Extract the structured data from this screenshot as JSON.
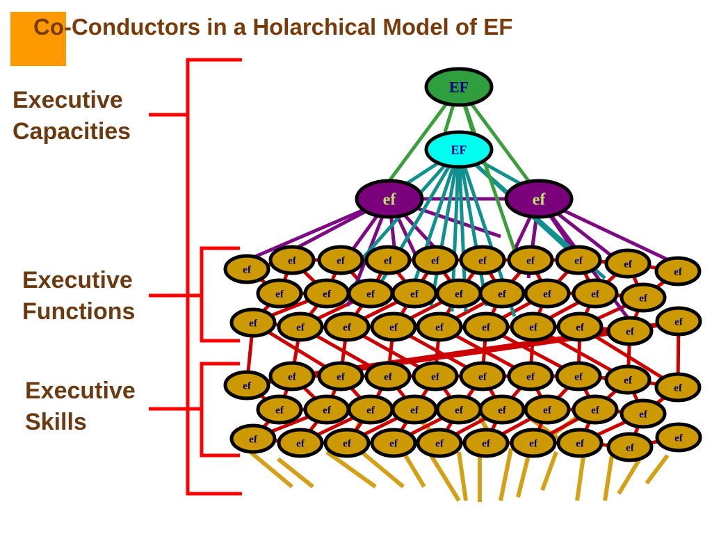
{
  "title": "Co-Conductors in a Holarchical Model of EF",
  "labels": {
    "capacities": [
      "Executive",
      "Capacities"
    ],
    "functions": [
      "Executive",
      "Functions"
    ],
    "skills": [
      "Executive",
      "Skills"
    ]
  },
  "nodes": {
    "top_label": "EF",
    "second_label": "EF",
    "capacity_label": "ef",
    "grid_label": "ef"
  },
  "colors": {
    "title": "#7a3b0a",
    "accent": "#ff9900",
    "label": "#6b3a10",
    "bracket": "#ff0000",
    "top_fill": "#2e9e3f",
    "second_fill": "#00ffee",
    "capacity_fill": "#7b007b",
    "grid_fill": "#cc9900",
    "green_line": "#3a9e3a",
    "teal_line": "#12908f",
    "purple_line": "#7d0a82",
    "red_line": "#cc0000",
    "gold_line": "#d4a017"
  }
}
